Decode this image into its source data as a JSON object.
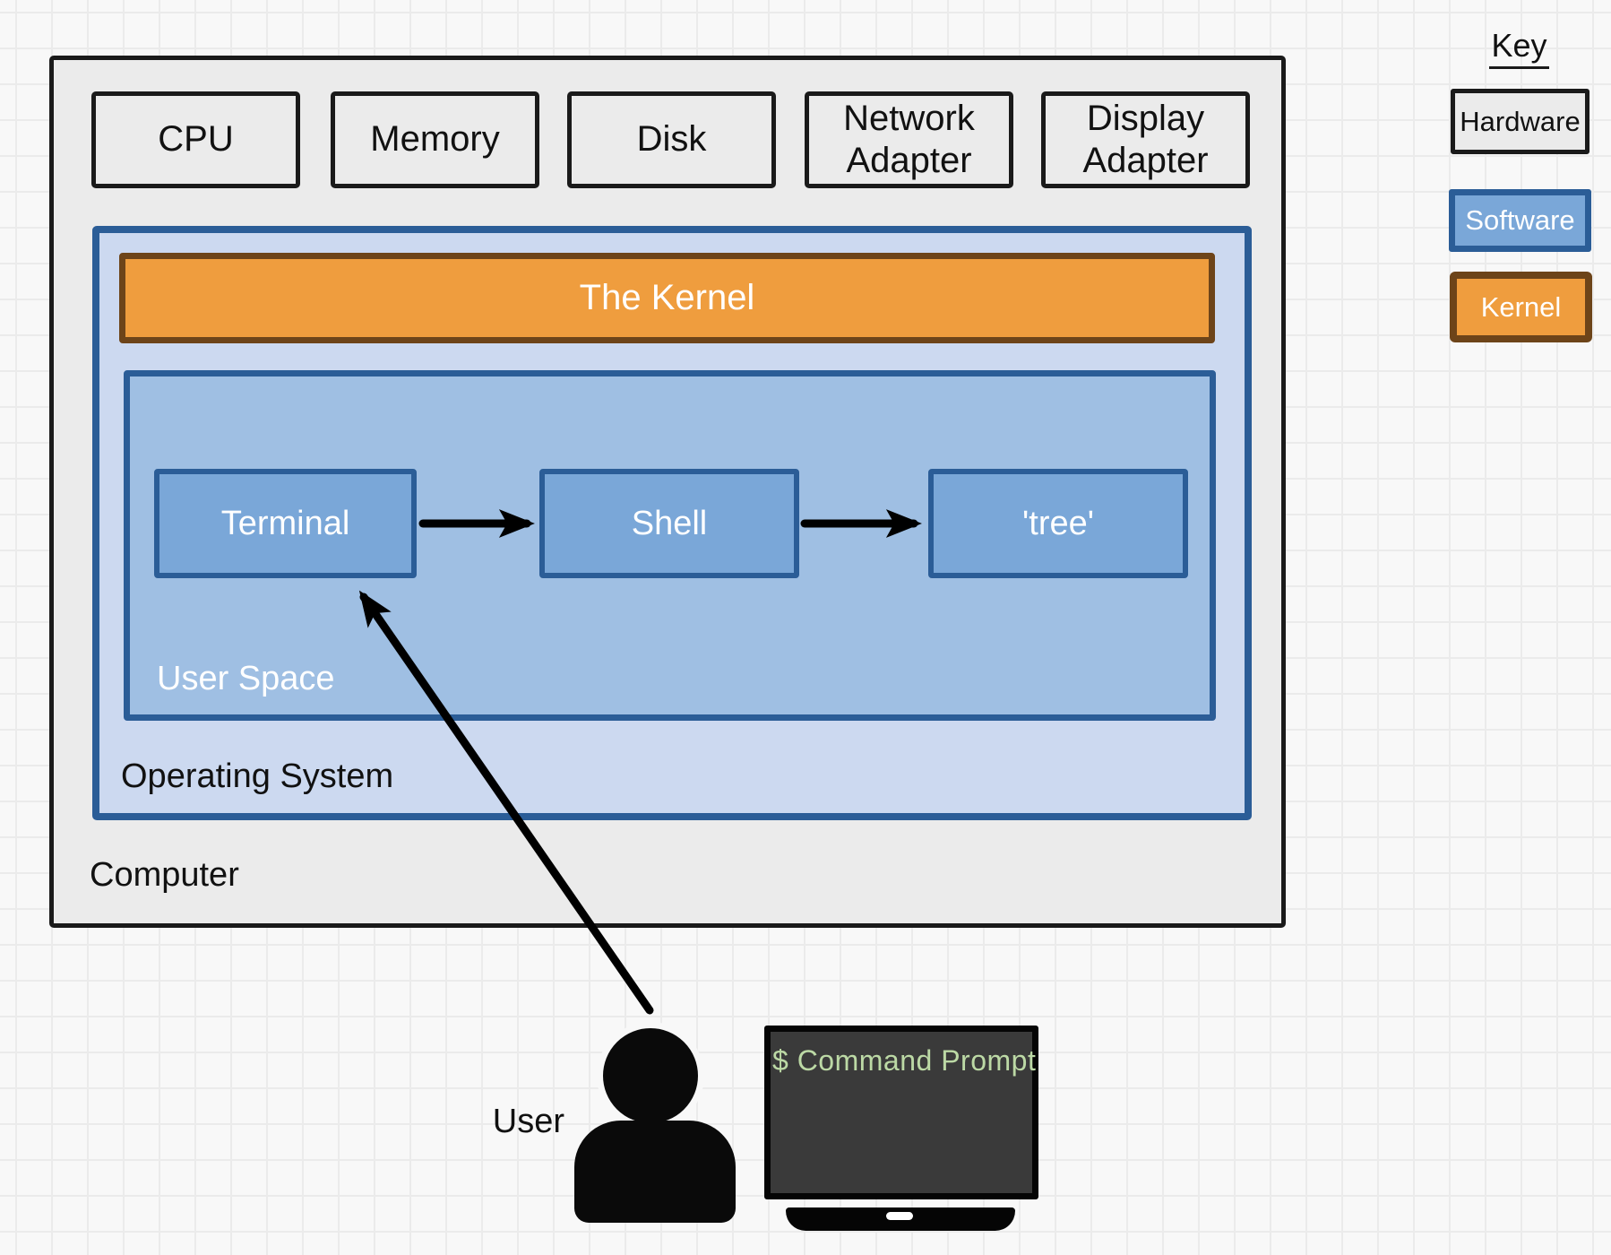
{
  "key_panel": {
    "title": "Key",
    "items": [
      {
        "label": "Hardware",
        "fill": "#ebebeb",
        "border": "#1a1a1a",
        "text_color": "#111111"
      },
      {
        "label": "Software",
        "fill": "#7aa7d8",
        "border": "#2b5d97",
        "text_color": "#ffffff"
      },
      {
        "label": "Kernel",
        "fill": "#ef9d3e",
        "border": "#6d4419",
        "text_color": "#ffffff"
      }
    ]
  },
  "computer": {
    "label": "Computer",
    "hardware_boxes": [
      "CPU",
      "Memory",
      "Disk",
      "Network Adapter",
      "Display Adapter"
    ],
    "operating_system": {
      "label": "Operating System",
      "kernel": {
        "label": "The Kernel"
      },
      "user_space": {
        "label": "User Space",
        "processes": [
          "Terminal",
          "Shell",
          "'tree'"
        ]
      }
    }
  },
  "user": {
    "label": "User"
  },
  "monitor": {
    "prompt_text": "$ Command Prompt"
  },
  "connections": [
    {
      "from": "Terminal",
      "to": "Shell"
    },
    {
      "from": "Shell",
      "to": "'tree'"
    },
    {
      "from": "User",
      "to": "Terminal"
    }
  ],
  "colors": {
    "background": "#f8f8f8",
    "grid_line": "#ebebeb",
    "hardware_fill": "#ebebeb",
    "hardware_border": "#1a1a1a",
    "software_fill": "#7aa7d8",
    "software_border": "#2b5d97",
    "os_fill": "#ccd9f0",
    "user_space_fill": "#9fbfe3",
    "kernel_fill": "#ef9d3e",
    "kernel_border": "#6d4419",
    "arrow": "#000000",
    "screen_fill": "#3a3a3a",
    "prompt_text": "#bcd9a5"
  }
}
